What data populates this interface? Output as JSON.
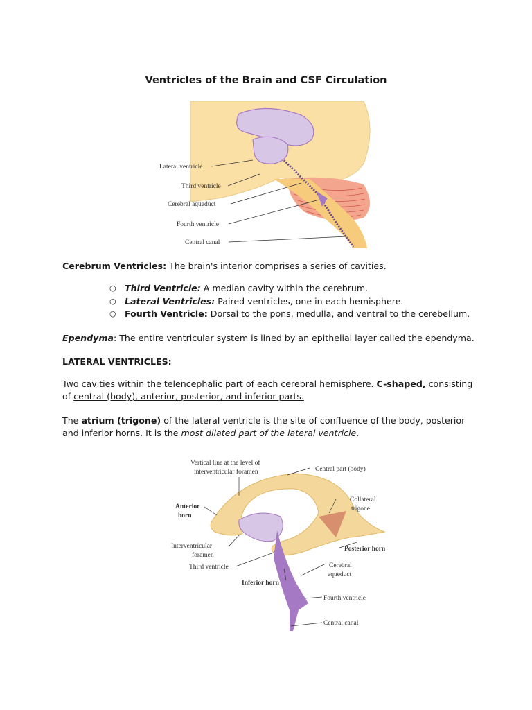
{
  "title": "Ventricles of the Brain and CSF Circulation",
  "figure1": {
    "labels": [
      "Lateral ventricle",
      "Third ventricle",
      "Cerebral aqueduct",
      "Fourth ventricle",
      "Central canal"
    ]
  },
  "cerebrum": {
    "heading": "Cerebrum Ventricles:",
    "text": " The brain's interior comprises a series of cavities."
  },
  "bullet_marker": "○",
  "bullets": [
    {
      "term": "Third Ventricle:",
      "text": " A median cavity within the cerebrum."
    },
    {
      "term": "Lateral Ventricles:",
      "text": " Paired ventricles, one in each hemisphere."
    },
    {
      "term": "Fourth Ventricle:",
      "text": " Dorsal to the pons, medulla, and ventral to the cerebellum."
    }
  ],
  "ependyma": {
    "term": "Ependyma",
    "text": ": The entire ventricular system is lined by an epithelial layer called the ependyma."
  },
  "lateral_heading": "LATERAL VENTRICLES:",
  "lateral_para": {
    "text1": "Two cavities within the telencephalic part of each cerebral hemisphere. ",
    "bold": "C-shaped,",
    "text2": " consisting of ",
    "underline": "central (body), anterior, posterior, and inferior parts."
  },
  "atrium_para": {
    "text1": "The ",
    "bold": "atrium (trigone)",
    "text2": " of the lateral ventricle is the site of confluence of the body, posterior and inferior horns. It is the ",
    "italic": "most dilated part of the lateral ventricle",
    "text3": "."
  },
  "figure2": {
    "vertical_line_1": "Vertical line at the level of",
    "vertical_line_2": "interventricular foramen",
    "central_part": "Central part (body)",
    "anterior_1": "Anterior",
    "anterior_2": "horn",
    "collateral_1": "Collateral",
    "collateral_2": "trigone",
    "posterior_horn": "Posterior horn",
    "interventricular_1": "Interventricular",
    "interventricular_2": "foramen",
    "third_ventricle": "Third ventricle",
    "cerebral_1": "Cerebral",
    "cerebral_2": "aqueduct",
    "inferior_horn": "Inferior horn",
    "fourth_ventricle": "Fourth ventricle",
    "central_canal": "Central canal"
  },
  "colors": {
    "brain_tissue": "#fbe0a6",
    "ventricle": "#d8c6e6",
    "ventricle_dark": "#a679c4",
    "cerebellum": "#f3a58e",
    "horn_body": "#f4d79b",
    "trigone": "#d88f6d"
  }
}
